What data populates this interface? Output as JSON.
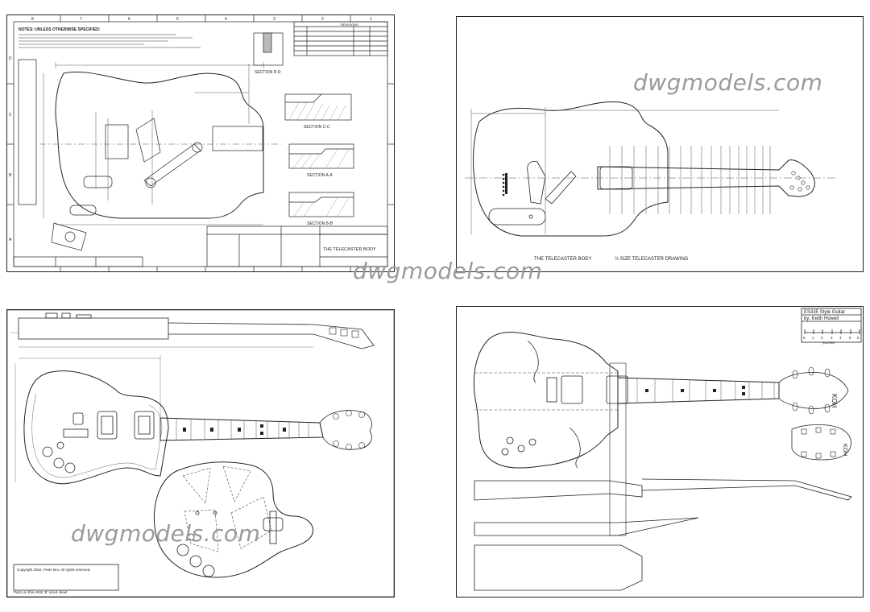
{
  "colors": {
    "line": "#222222",
    "dim": "#555555",
    "watermark": "#9a9a9a",
    "paper": "#ffffff"
  },
  "watermark": "dwgmodels.com",
  "sheet1": {
    "notes_title": "NOTES: UNLESS OTHERWISE SPECIFIED:",
    "section_dd": "SECTION D-D",
    "section_cc": "SECTION C-C",
    "section_aa": "SECTION A-A",
    "section_bb": "SECTION B-B",
    "revisions": "REVISIONS",
    "title": "THE TELECASTER BODY",
    "col_numbers": [
      "8",
      "7",
      "6",
      "5",
      "4",
      "3",
      "2",
      "1"
    ],
    "row_letters": [
      "D",
      "C",
      "B",
      "A"
    ]
  },
  "sheet2": {
    "title": "THE TELECASTER BODY",
    "subtitle": "½ SIZE TELECASTER DRAWING"
  },
  "sheet3": {
    "copyright": "Copyright 2004, Peter Bru. All rights reserved.",
    "footer": "Parts on this ANSI 'E' sized sheet"
  },
  "sheet4": {
    "title": "ES335 Style Guitar",
    "author": "by: Keith Howell",
    "scale_numbers": [
      "0",
      "1",
      "2",
      "3",
      "4",
      "5",
      "6"
    ],
    "scale_units": "(INCHES)",
    "headstock_text": "KOH"
  }
}
